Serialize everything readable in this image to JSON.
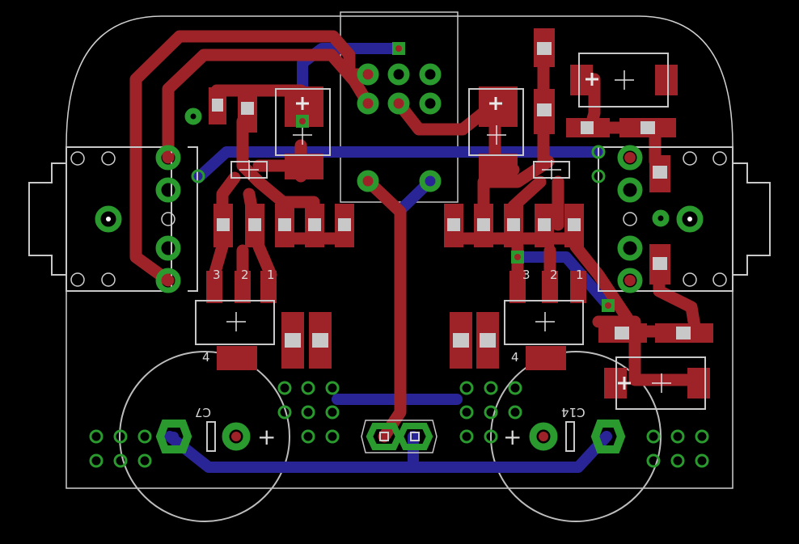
{
  "colors": {
    "background": "#000000",
    "top_copper": "#9e2328",
    "bottom_copper": "#2a2596",
    "pad": "#c8c8c8",
    "via": "#2a9a2e",
    "silkscreen": "#c8c8c8",
    "outline": "#d0d0d0"
  },
  "labels": {
    "left_pin_3": "3",
    "left_pin_2": "2",
    "left_pin_1": "1",
    "left_tab": "4",
    "right_pin_3": "3",
    "right_pin_2": "2",
    "right_pin_1": "1",
    "right_tab": "4",
    "cap_left": "C7",
    "cap_right": "C14",
    "plus": "+"
  }
}
